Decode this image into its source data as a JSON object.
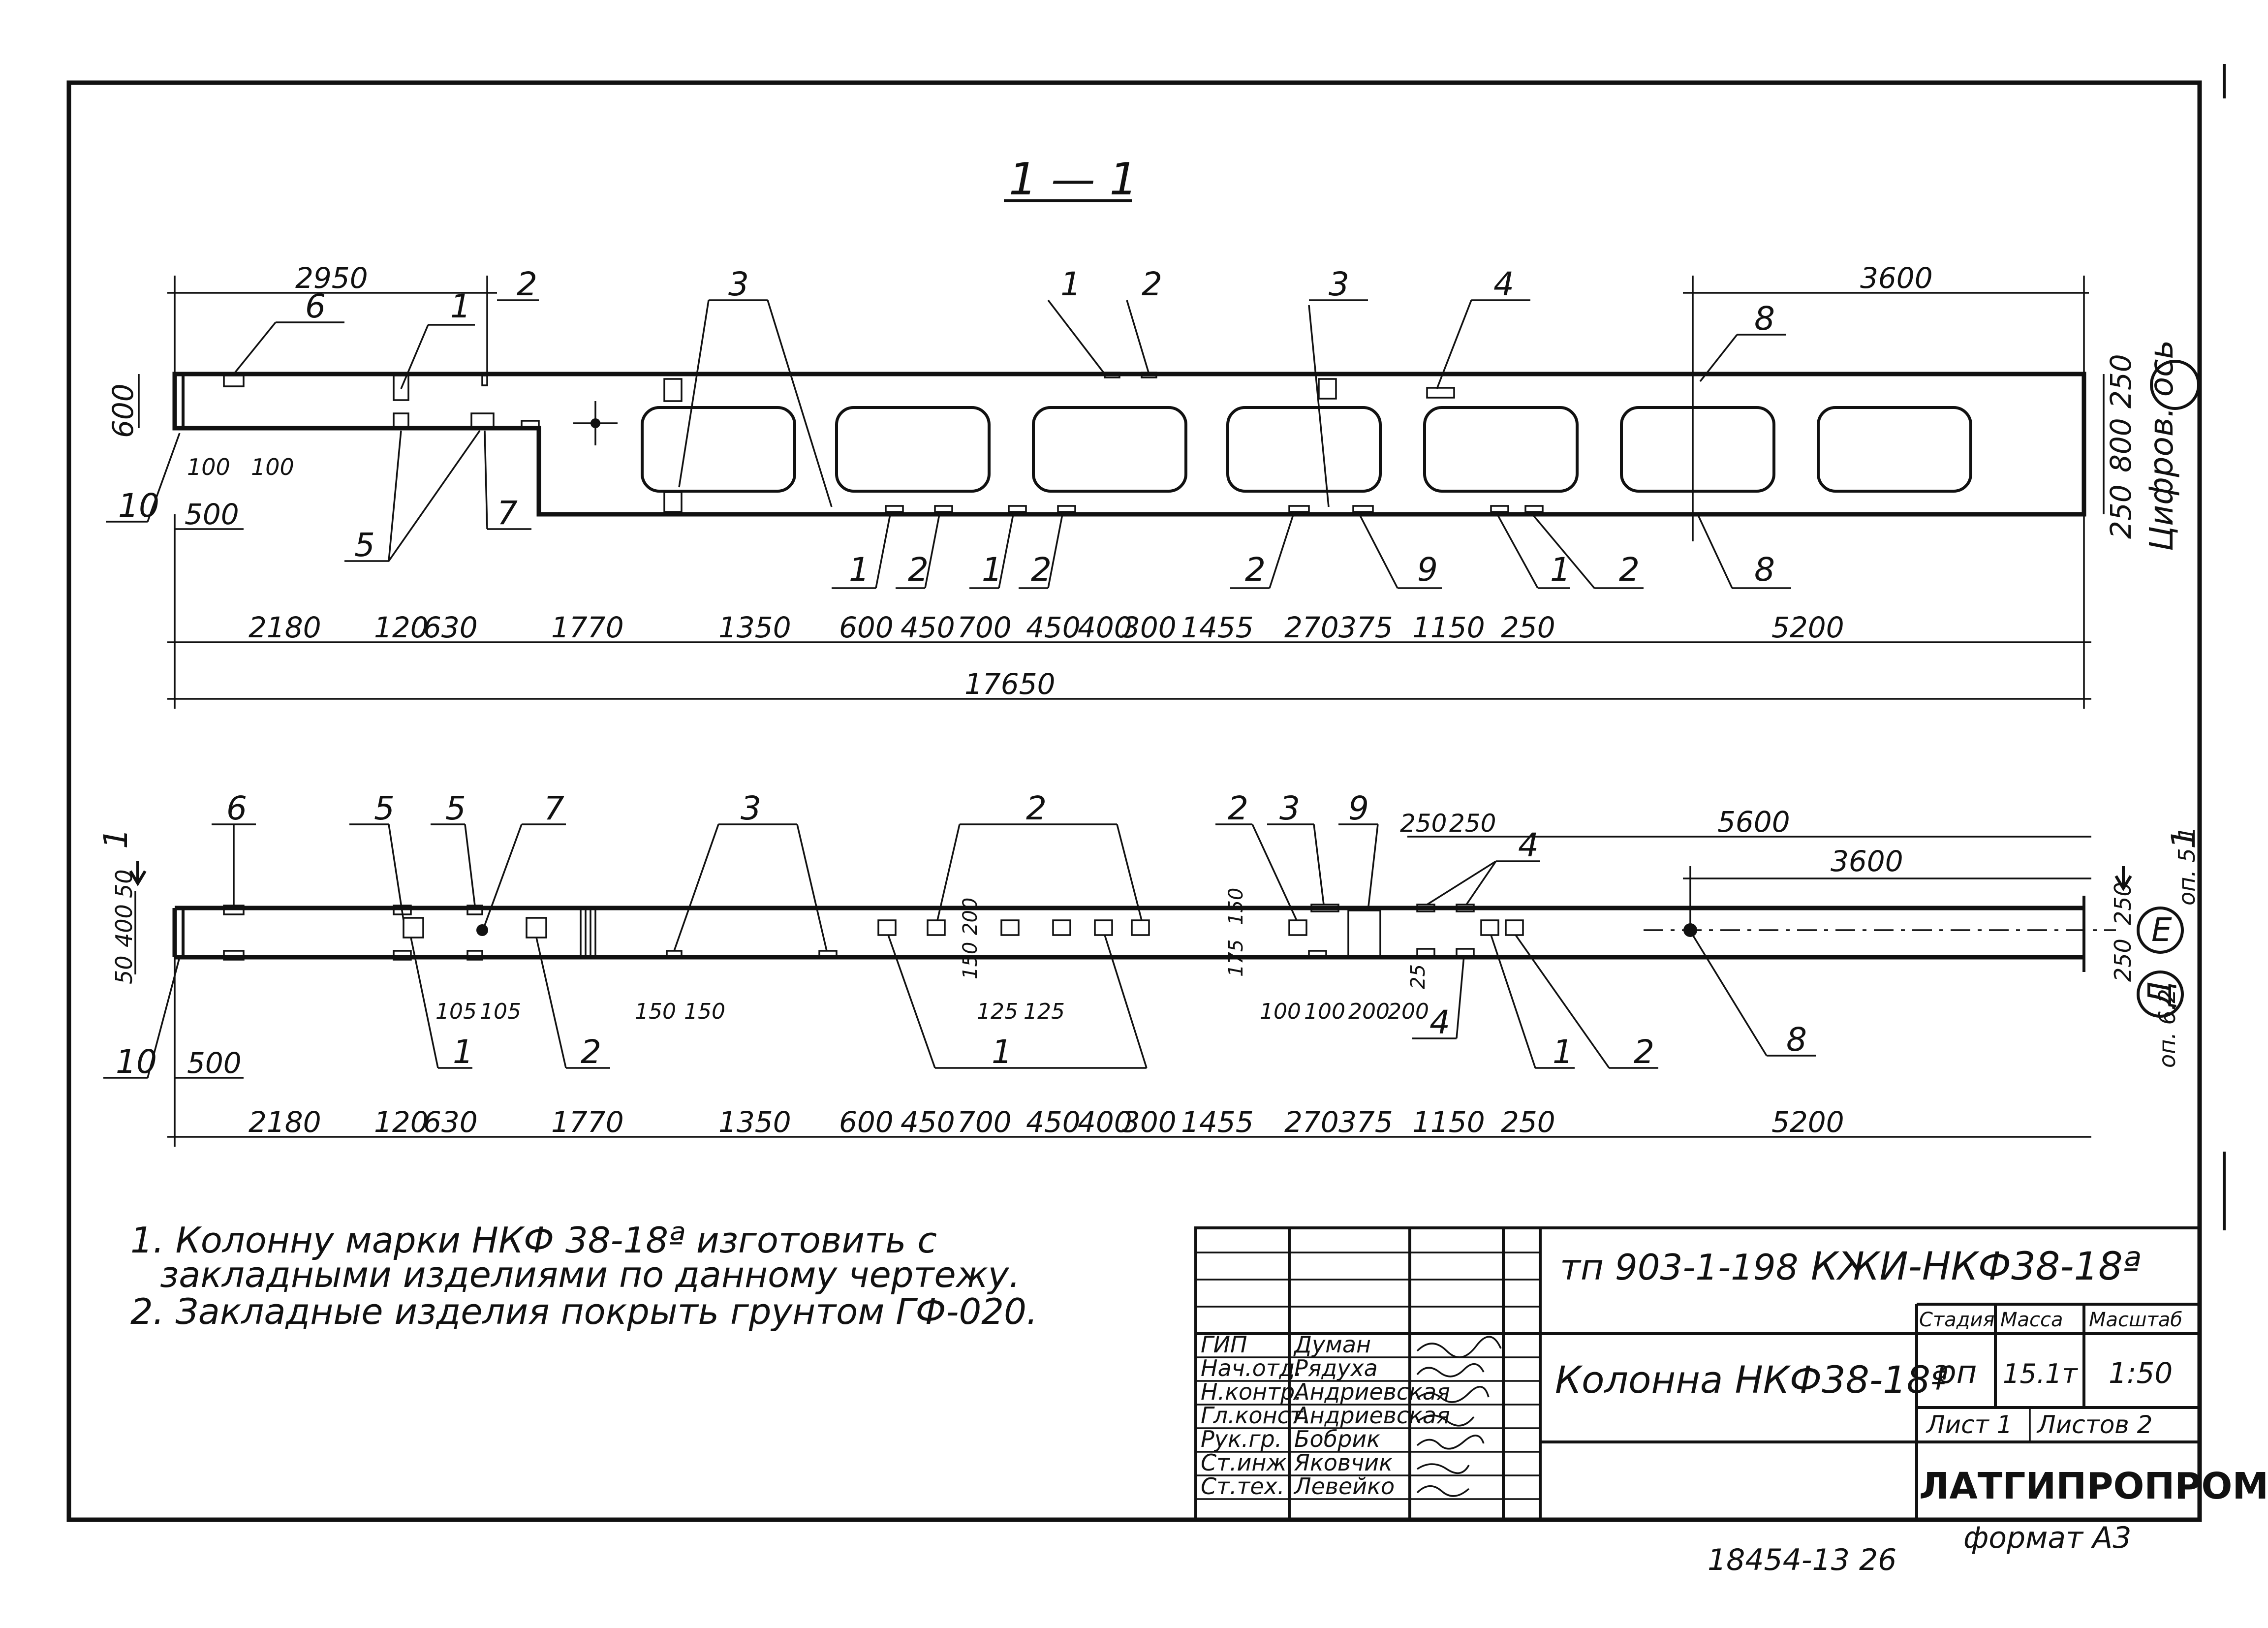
{
  "section_title": "1 — 1",
  "top_view": {
    "overall_length": "17650",
    "segment_dims": [
      "2180",
      "120",
      "630",
      "1770",
      "1350",
      "600",
      "450",
      "700",
      "450",
      "400",
      "300",
      "1455",
      "270",
      "375",
      "1150",
      "250",
      "5200"
    ],
    "top_dims": {
      "left": "2950",
      "right": "3600"
    },
    "side_dims": {
      "left": "600",
      "right": [
        "250",
        "800",
        "250"
      ]
    },
    "small_dims": [
      "100",
      "100",
      "500"
    ],
    "axis_label": "Цифров. ось",
    "callouts": [
      "6",
      "1",
      "2",
      "3",
      "1",
      "2",
      "3",
      "4",
      "8",
      "10",
      "5",
      "7",
      "1",
      "2",
      "1",
      "2",
      "2",
      "9",
      "1",
      "2",
      "8"
    ]
  },
  "bottom_view": {
    "segment_dims": [
      "2180",
      "120",
      "630",
      "1770",
      "1350",
      "600",
      "450",
      "700",
      "450",
      "400",
      "300",
      "1455",
      "270",
      "375",
      "1150",
      "250",
      "5200"
    ],
    "top_dims": [
      "5600",
      "3600",
      "250",
      "250"
    ],
    "left_dims": [
      "50",
      "400",
      "50"
    ],
    "right_dims": [
      "250",
      "250"
    ],
    "small_dims": [
      "500",
      "105",
      "105",
      "150",
      "150",
      "150",
      "200",
      "125",
      "125",
      "175",
      "150",
      "100",
      "100",
      "200",
      "200",
      "25"
    ],
    "section_marks": [
      "1",
      "1"
    ],
    "axis_labels": [
      "Е",
      "Д"
    ],
    "axis_notes": [
      "оп. 5.1",
      "оп. 6.2"
    ],
    "callouts": [
      "6",
      "5",
      "5",
      "7",
      "3",
      "2",
      "2",
      "3",
      "9",
      "4",
      "10",
      "1",
      "2",
      "1",
      "4",
      "1",
      "2",
      "8"
    ]
  },
  "notes": [
    "1. Колонну марки НКФ 38-18ª изготовить с",
    "закладными изделиями по данному чертежу.",
    "2. Закладные изделия покрыть грунтом ГФ-020."
  ],
  "title_block": {
    "doc_code": "тп 903-1-198",
    "mark": "КЖИ-НКФ38-18ª",
    "title": "Колонна НКФ38-18ª",
    "stage_header": "Стадия",
    "mass_header": "Масса",
    "scale_header": "Масштаб",
    "stage": "рп",
    "mass": "15.1т",
    "scale": "1:50",
    "sheet": "Лист 1",
    "sheets": "Листов 2",
    "org": "ЛАТГИПРОПРОМ",
    "roles": [
      "ГИП",
      "Нач.отд.",
      "Н.контр.",
      "Гл.конст.",
      "Рук.гр.",
      "Ст.инж.",
      "Ст.тех."
    ],
    "names": [
      "Думан",
      "Рядуха",
      "Андриевская",
      "Андриевская",
      "Бобрик",
      "Яковчик",
      "Левейко"
    ]
  },
  "footer": {
    "inventory": "18454-13 26",
    "format": "формат А3"
  }
}
